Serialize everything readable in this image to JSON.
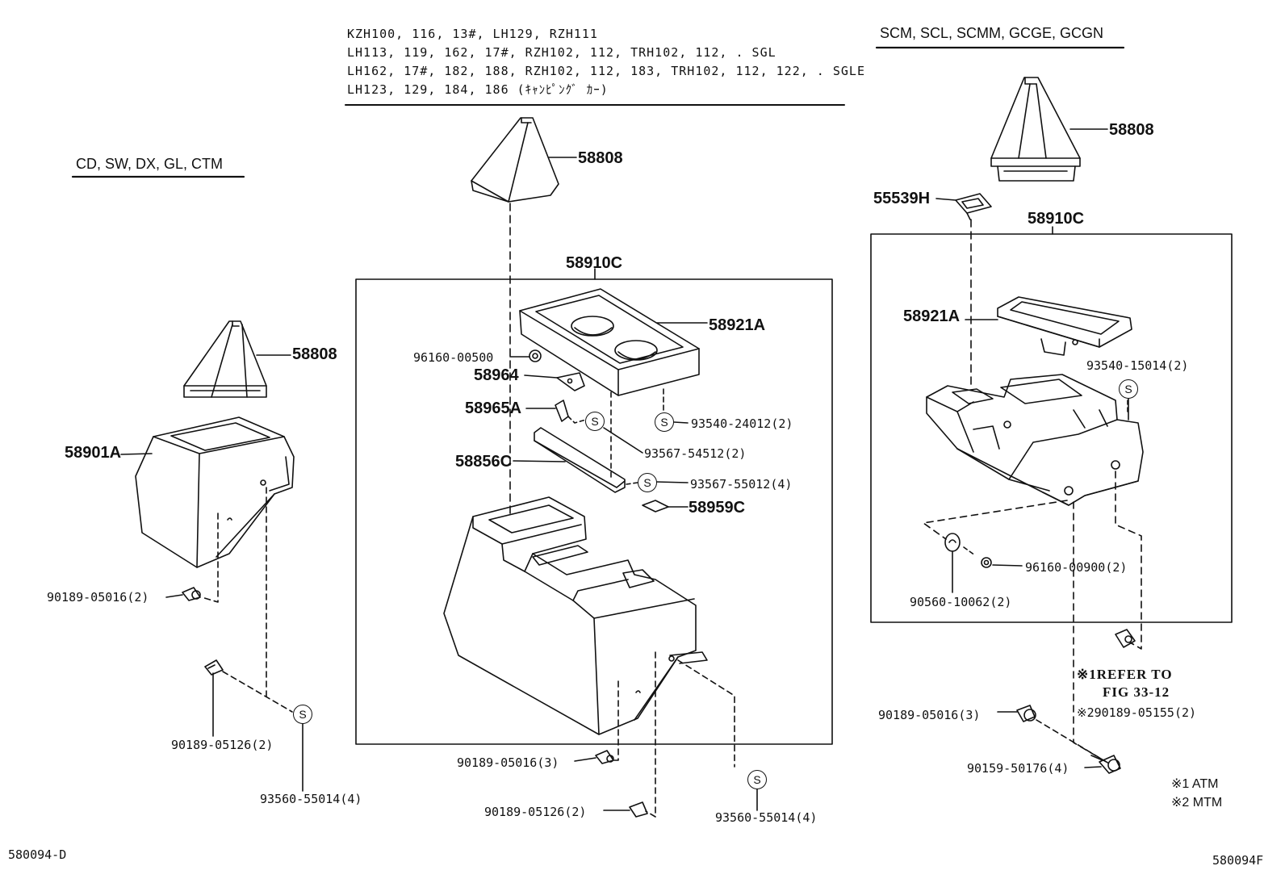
{
  "models": {
    "left": "CD, SW, DX, GL, CTM",
    "right": "SCM, SCL, SCMM, GCGE, GCGN",
    "center_lines": [
      "KZH100, 116, 13#, LH129, RZH111",
      "LH113, 119, 162, 17#, RZH102, 112, TRH102, 112, . SGL",
      "LH162, 17#, 182, 188, RZH102, 112, 183, TRH102, 112, 122, . SGLE",
      "LH123, 129, 184, 186 (ｷｬﾝﾋﾟﾝｸﾞ ｶｰ)"
    ]
  },
  "left_parts": {
    "boot": "58808",
    "console": "58901A",
    "screw_a": "90189-05016(2)",
    "screw_b": "90189-05126(2)",
    "screw_c": "93560-55014(4)"
  },
  "center_parts": {
    "boot": "58808",
    "assembly": "58910C",
    "panel": "58921A",
    "nut": "96160-00500",
    "bracket": "58964",
    "clip": "58965A",
    "screw_a": "93540-24012(2)",
    "screw_b": "93567-54512(2)",
    "bar": "58856C",
    "screw_c": "93567-55012(4)",
    "pad": "58959C",
    "screw_d": "90189-05016(3)",
    "screw_e": "90189-05126(2)",
    "screw_f": "93560-55014(4)"
  },
  "right_parts": {
    "boot": "58808",
    "cover": "55539H",
    "assembly": "58910C",
    "panel": "58921A",
    "screw_a": "93540-15014(2)",
    "nut": "96160-00900(2)",
    "grommet": "90560-10062(2)",
    "refer_1": "※1REFER TO",
    "refer_2": "FIG 33-12",
    "screw_b": "※290189-05155(2)",
    "screw_c": "90189-05016(3)",
    "screw_d": "90159-50176(4)",
    "note_1": "※1 ATM",
    "note_2": "※2 MTM"
  },
  "s_symbol": "S",
  "figure_codes": {
    "left": "580094-D",
    "right": "580094F"
  }
}
